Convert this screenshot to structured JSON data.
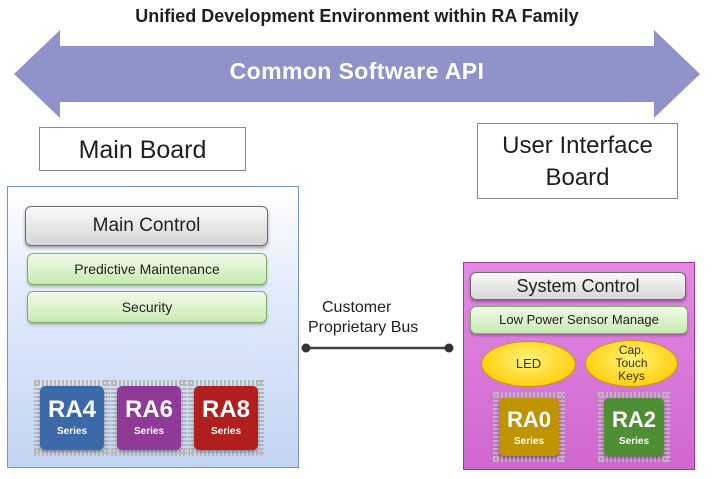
{
  "header": {
    "title": "Unified Development Environment within RA Family",
    "api_label": "Common  Software API",
    "arrow_color": "#8f93c9"
  },
  "main_board": {
    "title": "Main Board",
    "main_control": "Main Control",
    "predictive": "Predictive Maintenance",
    "security": "Security",
    "chips": [
      {
        "name": "RA4",
        "sub": "Series",
        "color": "#3c6aa8"
      },
      {
        "name": "RA6",
        "sub": "Series",
        "color": "#8f3a96"
      },
      {
        "name": "RA8",
        "sub": "Series",
        "color": "#b01e1e"
      }
    ]
  },
  "bus": {
    "line1": "Customer",
    "line2": "Proprietary Bus"
  },
  "ui_board": {
    "title_line1": "User Interface",
    "title_line2": "Board",
    "system_control": "System Control",
    "low_power": "Low Power Sensor Manage",
    "led": "LED",
    "cap_line1": "Cap.",
    "cap_line2": "Touch",
    "cap_line3": "Keys",
    "chips": [
      {
        "name": "RA0",
        "sub": "Series",
        "color": "#c09300"
      },
      {
        "name": "RA2",
        "sub": "Series",
        "color": "#4f8f34"
      }
    ]
  }
}
